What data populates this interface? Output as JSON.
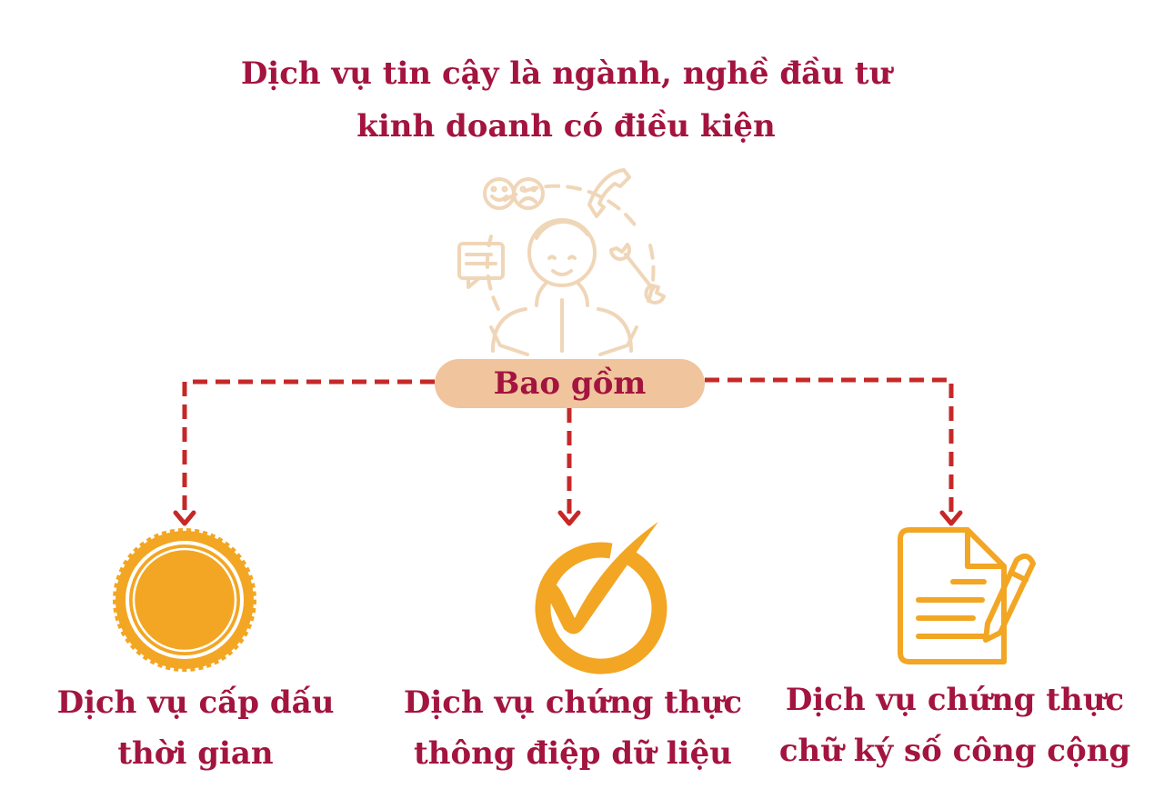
{
  "title": {
    "line1": "Dịch vụ tin cậy là ngành, nghề đầu tư",
    "line2": "kinh doanh có điều kiện"
  },
  "hub": {
    "label": "Bao gồm",
    "icon": "customer-service-person-icon"
  },
  "branches": [
    {
      "line1": "Dịch vụ cấp dấu",
      "line2": "thời gian",
      "icon": "seal-icon"
    },
    {
      "line1": "Dịch vụ chứng thực",
      "line2": "thông điệp dữ liệu",
      "icon": "checkmark-icon"
    },
    {
      "line1": "Dịch vụ chứng thực",
      "line2": "chữ ký số công cộng",
      "icon": "document-signing-icon"
    }
  ],
  "colors": {
    "text": "#a3143f",
    "arrow": "#c62828",
    "icon": "#f2a623",
    "pill": "#f0c49d",
    "outline": "#f0d6b8"
  }
}
